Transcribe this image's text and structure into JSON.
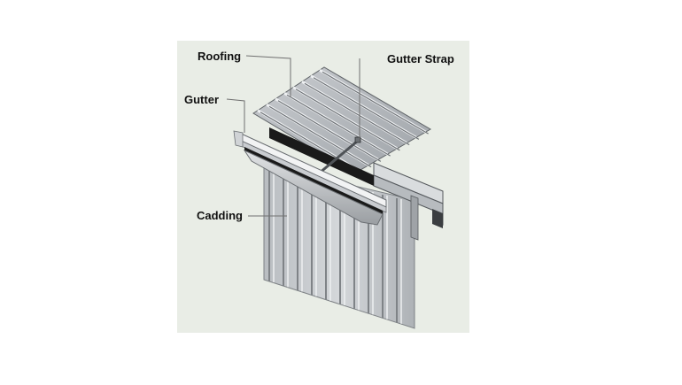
{
  "labels": {
    "roofing": "Roofing",
    "gutter_strap": "Gutter Strap",
    "gutter": "Gutter",
    "cladding": "Cadding"
  },
  "colors": {
    "panel_background": "#e9ede6",
    "metal_light": "#d6d9db",
    "metal_mid": "#a8acb0",
    "metal_dark": "#6b6f73",
    "seal_black": "#1a1a1a",
    "leader_line": "#707070"
  }
}
